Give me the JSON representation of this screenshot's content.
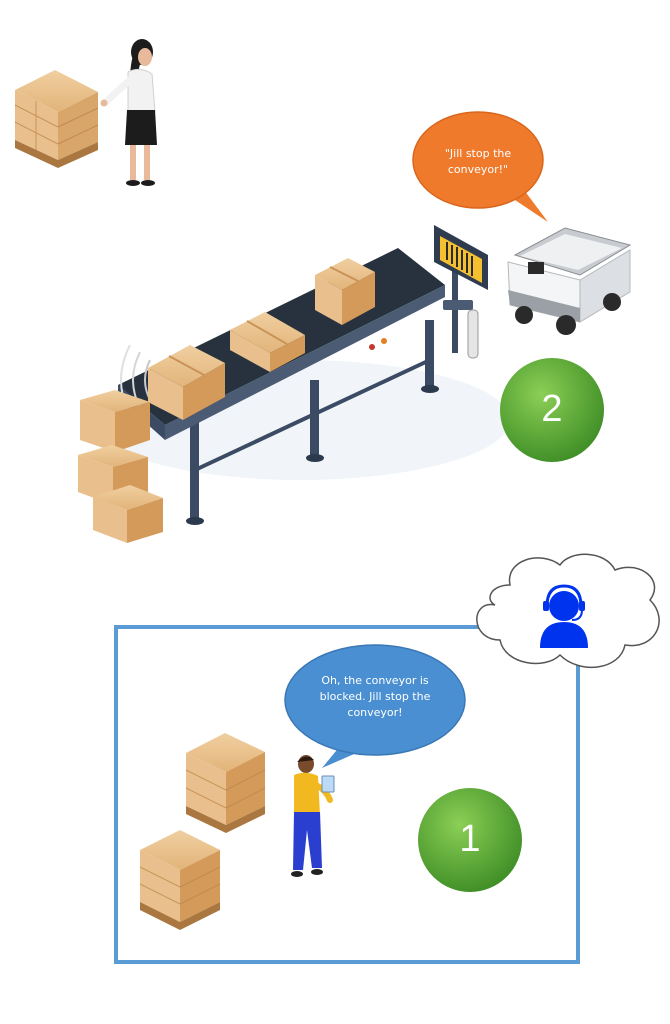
{
  "bubbles": {
    "robot": {
      "text": "\"Jill stop the conveyor!\"",
      "color": "#f07a2c"
    },
    "worker": {
      "text": "Oh, the conveyor is blocked. Jill stop the conveyor!",
      "color": "#4a8fd1"
    }
  },
  "badges": [
    {
      "label": "2",
      "color": "#5aa63a"
    },
    {
      "label": "1",
      "color": "#5aa63a"
    }
  ],
  "frame": {
    "color": "#5b9bd5"
  },
  "icons": {
    "operator": {
      "name": "headset-operator-icon",
      "color": "#0033ee"
    }
  }
}
